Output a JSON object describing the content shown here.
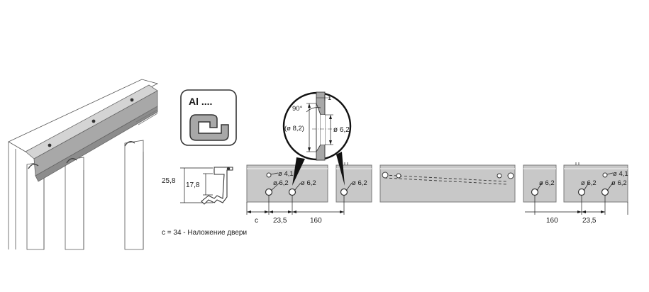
{
  "material_badge": {
    "label": "Al ....",
    "icon": "aluminium-profile-icon"
  },
  "profile_section": {
    "height_outer": "25,8",
    "height_inner": "17,8"
  },
  "detail_circle": {
    "angle": "90°",
    "thickness": "1",
    "countersink_diameter": "(ø 8,2)",
    "hole_diameter": "ø 6,2"
  },
  "rail_left": {
    "hole_small": "ø 4,1",
    "hole_a": "ø 6,2",
    "hole_b": "ø 6,2",
    "hole_c": "ø 6,2"
  },
  "rail_right": {
    "hole_a": "ø 6,2",
    "hole_b": "ø 6,2",
    "hole_small": "ø 4,1",
    "hole_c": "ø 6,2"
  },
  "dimensions_left": {
    "c": "c",
    "offset": "23,5",
    "pitch": "160"
  },
  "dimensions_right": {
    "pitch": "160",
    "offset": "23,5"
  },
  "note": "c = 34 - Наложение двери",
  "colors": {
    "rail_fill": "#c8c8c8",
    "rail_stroke": "#7a7a7a",
    "line": "#1a1a1a"
  }
}
